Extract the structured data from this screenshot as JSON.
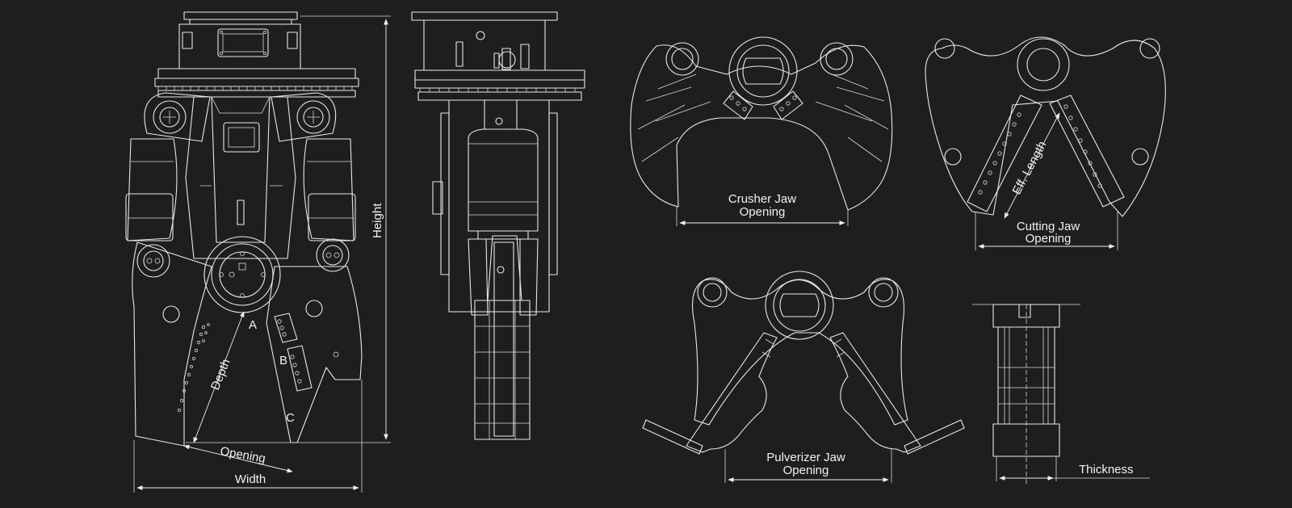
{
  "labels": {
    "height": "Height",
    "width": "Width",
    "depth": "Depth",
    "opening": "Opening",
    "point_a": "A",
    "point_b": "B",
    "point_c": "C",
    "crusher_line1": "Crusher Jaw",
    "crusher_line2": "Opening",
    "cutting_line1": "Cutting Jaw",
    "cutting_line2": "Opening",
    "eff_length": "Eff. Length",
    "pulverizer_line1": "Pulverizer Jaw",
    "pulverizer_line2": "Opening",
    "thickness": "Thickness"
  },
  "colors": {
    "background": "#1e1e1e",
    "line": "#e8e8e8"
  }
}
